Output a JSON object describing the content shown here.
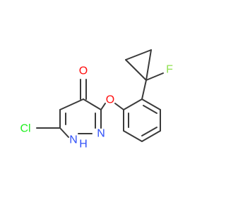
{
  "molecule": {
    "atoms": {
      "chlorine": "Cl",
      "fluorine": "F",
      "carbonyl_oxygen": "O",
      "ether_oxygen": "O",
      "ring_nitrogen": "N",
      "ring_nh_nitrogen": "N",
      "nh_hydrogen": "H"
    },
    "colors": {
      "bond": "#3a3a3a",
      "oxygen": "#ff0d0d",
      "nitrogen": "#3050f8",
      "chlorine": "#1ff01f",
      "fluorine": "#90e050"
    }
  }
}
